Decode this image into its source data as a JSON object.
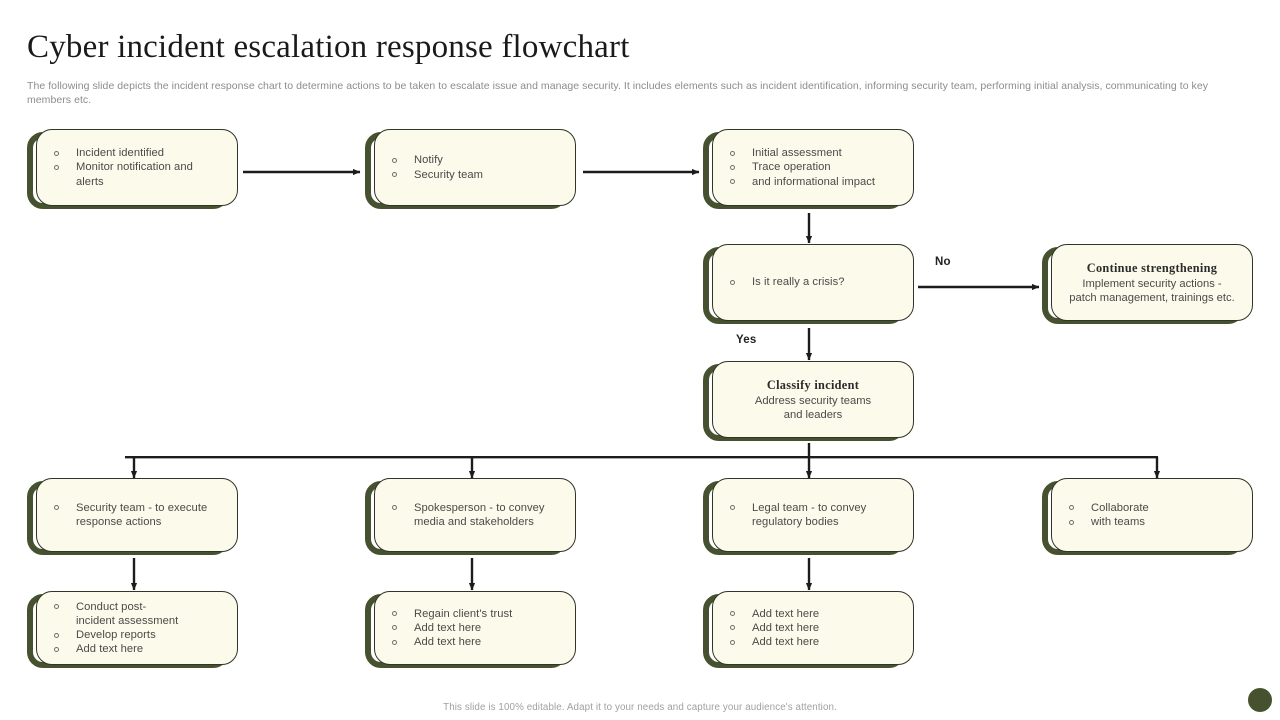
{
  "slide": {
    "title": "Cyber incident escalation response flowchart",
    "subtitle": "The following slide depicts the incident response chart to determine actions to be taken to escalate issue and manage security. It includes elements such as incident identification, informing security team, performing initial analysis, communicating to key members etc.",
    "footer_note": "This slide is 100% editable. Adapt it to your needs and capture your audience's attention."
  },
  "colors": {
    "accent_green": "#46522f",
    "box_fill": "#fcfaea",
    "box_border": "#2f3527",
    "connector": "#1c1c1c",
    "body_text": "#4a4a4a",
    "muted_text": "#8c8c8c"
  },
  "chart_data": {
    "type": "diagram",
    "title": "Cyber incident escalation response flowchart",
    "nodes": [
      {
        "id": "incident-identified",
        "style": "bullets",
        "items": [
          "Incident identified",
          "Monitor notification and alerts"
        ]
      },
      {
        "id": "notify-security-team",
        "style": "bullets",
        "items": [
          "Notify",
          "Security team"
        ]
      },
      {
        "id": "initial-assessment",
        "style": "bullets",
        "items": [
          "Initial assessment",
          "Trace operation",
          "and informational impact"
        ]
      },
      {
        "id": "is-it-really-a-crisis",
        "style": "bullets",
        "items": [
          "Is it really a crisis?"
        ]
      },
      {
        "id": "continue-strengthening",
        "style": "heading",
        "heading": "Continue  strengthening",
        "subtext": "Implement security actions - patch management, trainings etc."
      },
      {
        "id": "classify-incident",
        "style": "heading",
        "heading": "Classify incident",
        "subtext": "Address security teams and leaders"
      },
      {
        "id": "security-team",
        "style": "bullets",
        "items": [
          "Security team - to execute response actions"
        ]
      },
      {
        "id": "spokesperson",
        "style": "bullets",
        "items": [
          "Spokesperson - to convey media and stakeholders"
        ]
      },
      {
        "id": "legal-team",
        "style": "bullets",
        "items": [
          "Legal team - to convey regulatory bodies"
        ]
      },
      {
        "id": "collaborate",
        "style": "bullets",
        "items": [
          "Collaborate",
          "with teams"
        ]
      },
      {
        "id": "post-incident",
        "style": "bullets",
        "items": [
          "Conduct post-incident assessment",
          "Develop reports",
          "Add text here"
        ]
      },
      {
        "id": "regain-trust",
        "style": "bullets",
        "items": [
          "Regain client's trust",
          "Add text here",
          "Add text here"
        ]
      },
      {
        "id": "legal-followup",
        "style": "bullets",
        "items": [
          "Add text here",
          "Add text here",
          "Add text here"
        ]
      }
    ],
    "edges": [
      {
        "from": "incident-identified",
        "to": "notify-security-team",
        "label": ""
      },
      {
        "from": "notify-security-team",
        "to": "initial-assessment",
        "label": ""
      },
      {
        "from": "initial-assessment",
        "to": "is-it-really-a-crisis",
        "label": ""
      },
      {
        "from": "is-it-really-a-crisis",
        "to": "continue-strengthening",
        "label": "No"
      },
      {
        "from": "is-it-really-a-crisis",
        "to": "classify-incident",
        "label": "Yes"
      },
      {
        "from": "classify-incident",
        "to": "security-team",
        "label": ""
      },
      {
        "from": "classify-incident",
        "to": "spokesperson",
        "label": ""
      },
      {
        "from": "classify-incident",
        "to": "legal-team",
        "label": ""
      },
      {
        "from": "classify-incident",
        "to": "collaborate",
        "label": ""
      },
      {
        "from": "security-team",
        "to": "post-incident",
        "label": ""
      },
      {
        "from": "spokesperson",
        "to": "regain-trust",
        "label": ""
      },
      {
        "from": "legal-team",
        "to": "legal-followup",
        "label": ""
      }
    ]
  },
  "nodes": {
    "incident_identified": {
      "b0": "Incident identified",
      "b1": "Monitor notification and",
      "b1b": "alerts"
    },
    "notify": {
      "b0": "Notify",
      "b1": "Security team"
    },
    "initial_assessment": {
      "b0": "Initial assessment",
      "b1": "Trace operation",
      "b2": "and informational impact"
    },
    "crisis": {
      "b0": "Is it really a crisis?"
    },
    "continue_strengthening": {
      "heading": "Continue  strengthening",
      "line1": "Implement security actions -",
      "line2": "patch management, trainings etc."
    },
    "classify_incident": {
      "heading": "Classify incident",
      "line1": "Address security teams",
      "line2": "and leaders"
    },
    "security_team": {
      "b0": "Security team - to execute",
      "b0b": "response actions"
    },
    "spokesperson": {
      "b0": "Spokesperson - to convey",
      "b0b": "media and stakeholders"
    },
    "legal_team": {
      "b0": "Legal team - to convey",
      "b0b": "regulatory bodies"
    },
    "collaborate": {
      "b0": "Collaborate",
      "b1": "with teams"
    },
    "post_incident": {
      "b0": "Conduct post-",
      "b0b": "incident assessment",
      "b1": "Develop reports",
      "b2": "Add text here"
    },
    "regain_trust": {
      "b0": "Regain client's trust",
      "b1": "Add text here",
      "b2": "Add text here"
    },
    "legal_followup": {
      "b0": "Add text here",
      "b1": "Add text here",
      "b2": "Add text here"
    }
  },
  "labels": {
    "no": "No",
    "yes": "Yes"
  }
}
